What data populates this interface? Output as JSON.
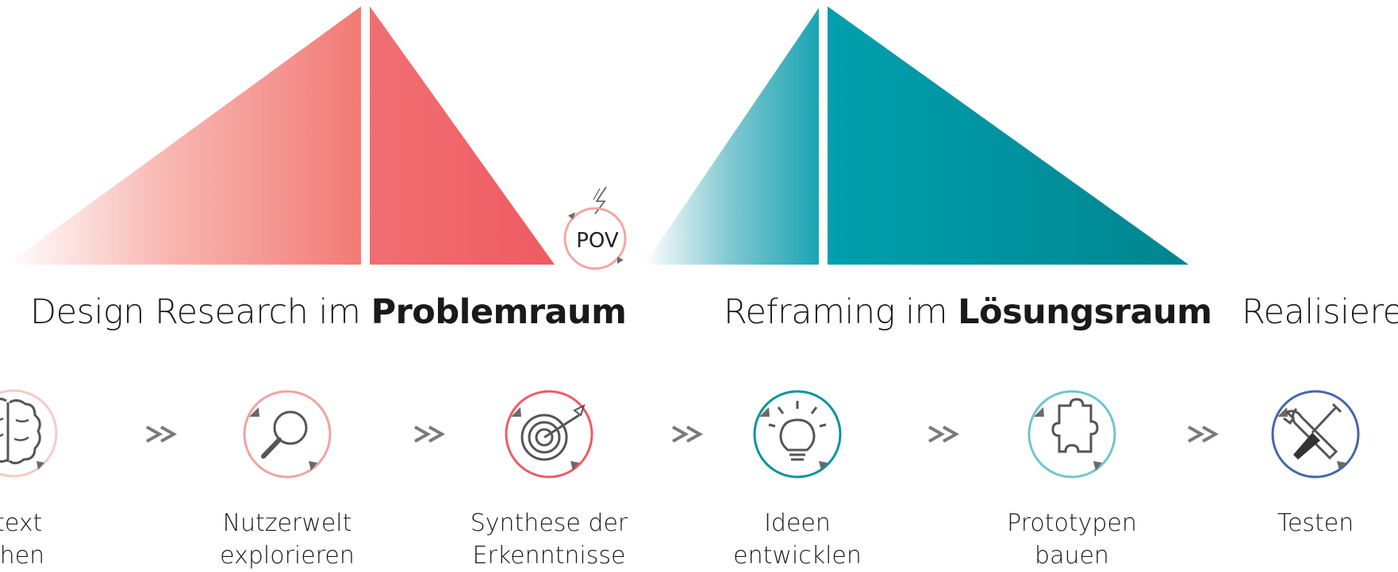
{
  "colors": {
    "coral": "#ef5b62",
    "coral_light": "#f7a9a6",
    "teal": "#00959f",
    "teal_dark": "#00858f",
    "teal_light": "#6cc7cf",
    "blue": "#4466a8",
    "arrow_grey": "#7a7a7a"
  },
  "pov": {
    "label": "POV",
    "icon": "lightning-icon"
  },
  "phases": [
    {
      "prefix": "Design Research im ",
      "bold": "Problemraum"
    },
    {
      "prefix": "Reframing im ",
      "bold": "Lösungsraum"
    },
    {
      "prefix": "Realisieren",
      "bold": ""
    }
  ],
  "steps": [
    {
      "line1": "ontext",
      "line2": "stehen",
      "icon": "brain-icon"
    },
    {
      "line1": "Nutzerwelt",
      "line2": "explorieren",
      "icon": "magnifier-icon"
    },
    {
      "line1": "Synthese der",
      "line2": "Erkenntnisse",
      "icon": "target-icon"
    },
    {
      "line1": "Ideen",
      "line2": "entwicklen",
      "icon": "lightbulb-icon"
    },
    {
      "line1": "Prototypen",
      "line2": "bauen",
      "icon": "puzzle-icon"
    },
    {
      "line1": "Testen",
      "line2": "",
      "icon": "tools-icon"
    }
  ],
  "connector": "chevron-double-icon"
}
